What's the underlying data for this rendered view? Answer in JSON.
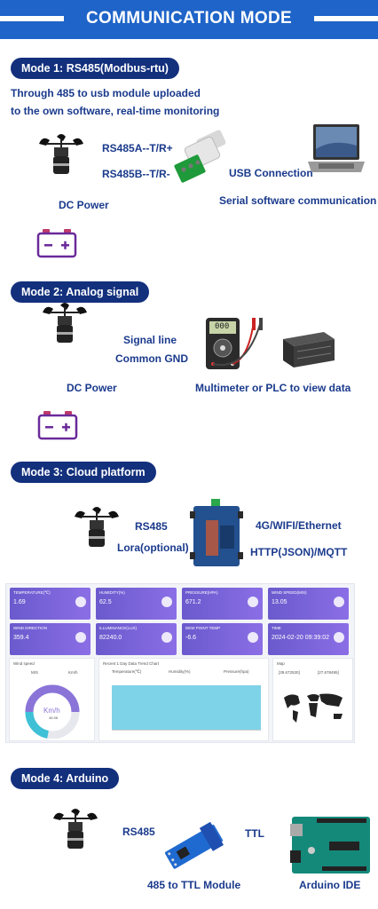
{
  "header": {
    "title": "COMMUNICATION MODE"
  },
  "mode1": {
    "badge": "Mode 1: RS485(Modbus-rtu)",
    "desc_line1": "Through 485 to usb module uploaded",
    "desc_line2": "to the own software, real-time monitoring",
    "wire_a": "RS485A--T/R+",
    "wire_b": "RS485B--T/R-",
    "usb": "USB Connection",
    "power": "DC Power",
    "serial": "Serial software communication"
  },
  "mode2": {
    "badge": "Mode 2: Analog signal",
    "signal": "Signal line",
    "gnd": "Common GND",
    "power": "DC Power",
    "view": "Multimeter or PLC to view data",
    "meter_display": "000"
  },
  "mode3": {
    "badge": "Mode 3: Cloud platform",
    "rs485": "RS485",
    "lora": "Lora(optional)",
    "net": "4G/WIFI/Ethernet",
    "proto": "HTTP(JSON)/MQTT"
  },
  "dashboard": {
    "cards": [
      {
        "label": "TEMPERATURE(℃)",
        "value": "1.69"
      },
      {
        "label": "HUMIDITY(%)",
        "value": "62.5"
      },
      {
        "label": "PRESSURE(HPA)",
        "value": "671.2"
      },
      {
        "label": "WIND SPEED(M/S)",
        "value": "13.05"
      },
      {
        "label": "WIND DIRECTION",
        "value": "359.4"
      },
      {
        "label": "ILLUMINANCE(LUX)",
        "value": "82240.0"
      },
      {
        "label": "DEW POINT TEMP",
        "value": "-6.6"
      },
      {
        "label": "TIME",
        "value": "2024-02-20 09:39:02"
      }
    ],
    "wind_panel": {
      "title": "Wind speed",
      "unit1": "M/S",
      "unit2": "Km/h",
      "gauge_unit": "Km/h",
      "gauge_value": "46.98"
    },
    "trend_panel": {
      "title": "Recent 1 Day Data Trend Chart",
      "col1": "Temperature(℃)",
      "col2": "Humidity(%)",
      "col3": "Pressure(hpa)"
    },
    "map_panel": {
      "title": "Map",
      "lat": "[39.672530]",
      "lon": "[27.678495]"
    }
  },
  "mode4": {
    "badge": "Mode 4: Arduino",
    "rs485": "RS485",
    "ttl": "TTL",
    "module": "485 to TTL Module",
    "ide": "Arduino IDE"
  },
  "colors": {
    "banner": "#1f64c8",
    "badge": "#13307d",
    "text": "#1a3a8c",
    "card": "#7a64de",
    "battery": "#6a2a9a"
  }
}
